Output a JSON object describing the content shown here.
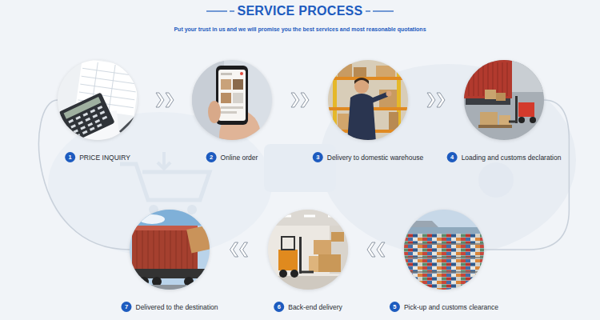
{
  "diagram": {
    "title": "SERVICE PROCESS",
    "nodes": [
      {
        "text": [
          "1",
          "PRICE INQUIRY"
        ]
      },
      {
        "text": [
          "2",
          "Online order"
        ]
      },
      {
        "text": [
          "3",
          "Delivery to domestic warehouse"
        ]
      },
      {
        "text": [
          "4",
          "Loading and customs declaration"
        ]
      },
      {
        "text": [
          "5",
          "Pick-up and customs clearance"
        ]
      },
      {
        "text": [
          "6",
          "Back-end delivery"
        ]
      },
      {
        "text": [
          "7",
          "Delivered to the destination"
        ]
      }
    ],
    "edges": [
      {
        "from": 0,
        "to": 1,
        "arrow": "to"
      },
      {
        "from": 1,
        "to": 2,
        "arrow": "to"
      },
      {
        "from": 2,
        "to": 3,
        "arrow": "to"
      },
      {
        "from": 3,
        "to": 4,
        "arrow": "none"
      },
      {
        "from": 4,
        "to": 5,
        "arrow": "to"
      },
      {
        "from": 5,
        "to": 6,
        "arrow": "to"
      },
      {
        "from": 6,
        "to": 0,
        "arrow": "none"
      }
    ],
    "labels": [
      "Put your trust in us and we will promise you the best services and most reasonable quotations"
    ]
  }
}
